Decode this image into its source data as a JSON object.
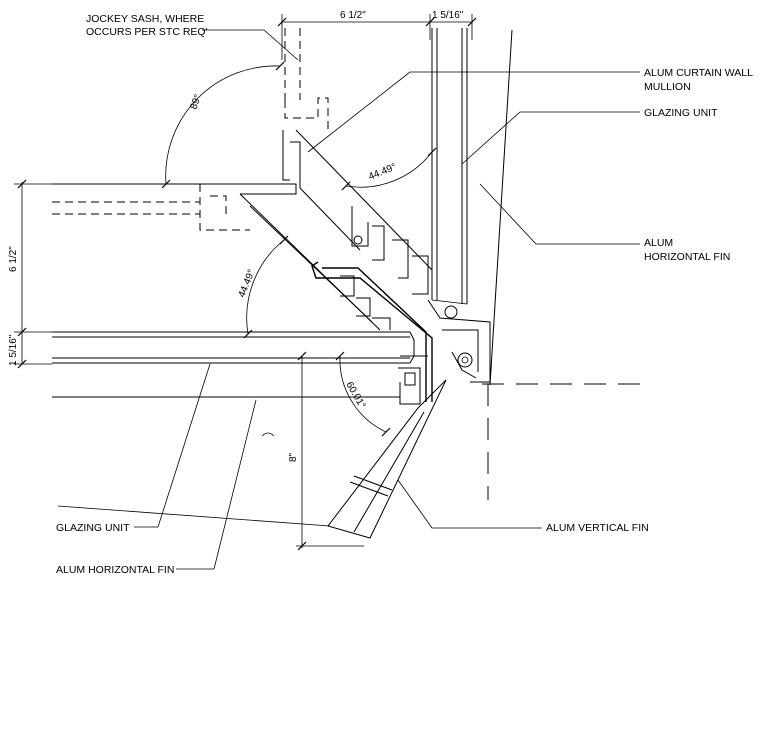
{
  "labels": {
    "jockey_sash_line1": "JOCKEY SASH, WHERE",
    "jockey_sash_line2": "OCCURS PER STC REQ'",
    "curtain_wall_line1": "ALUM CURTAIN WALL",
    "curtain_wall_line2": "MULLION",
    "glazing_unit_right": "GLAZING UNIT",
    "horizontal_fin_right_line1": "ALUM",
    "horizontal_fin_right_line2": "HORIZONTAL FIN",
    "vertical_fin": "ALUM VERTICAL FIN",
    "glazing_unit_left": "GLAZING UNIT",
    "horizontal_fin_left": "ALUM HORIZONTAL FIN"
  },
  "dimensions": {
    "top_width": "6 1/2\"",
    "top_glass": "1 5/16\"",
    "left_height": "6 1/2\"",
    "left_glass": "1 5/16\"",
    "fin_depth": "8\""
  },
  "angles": {
    "jockey_angle": "89°",
    "upper_angle": "44.49°",
    "left_angle": "44.49°",
    "fin_angle": "60.01°"
  }
}
